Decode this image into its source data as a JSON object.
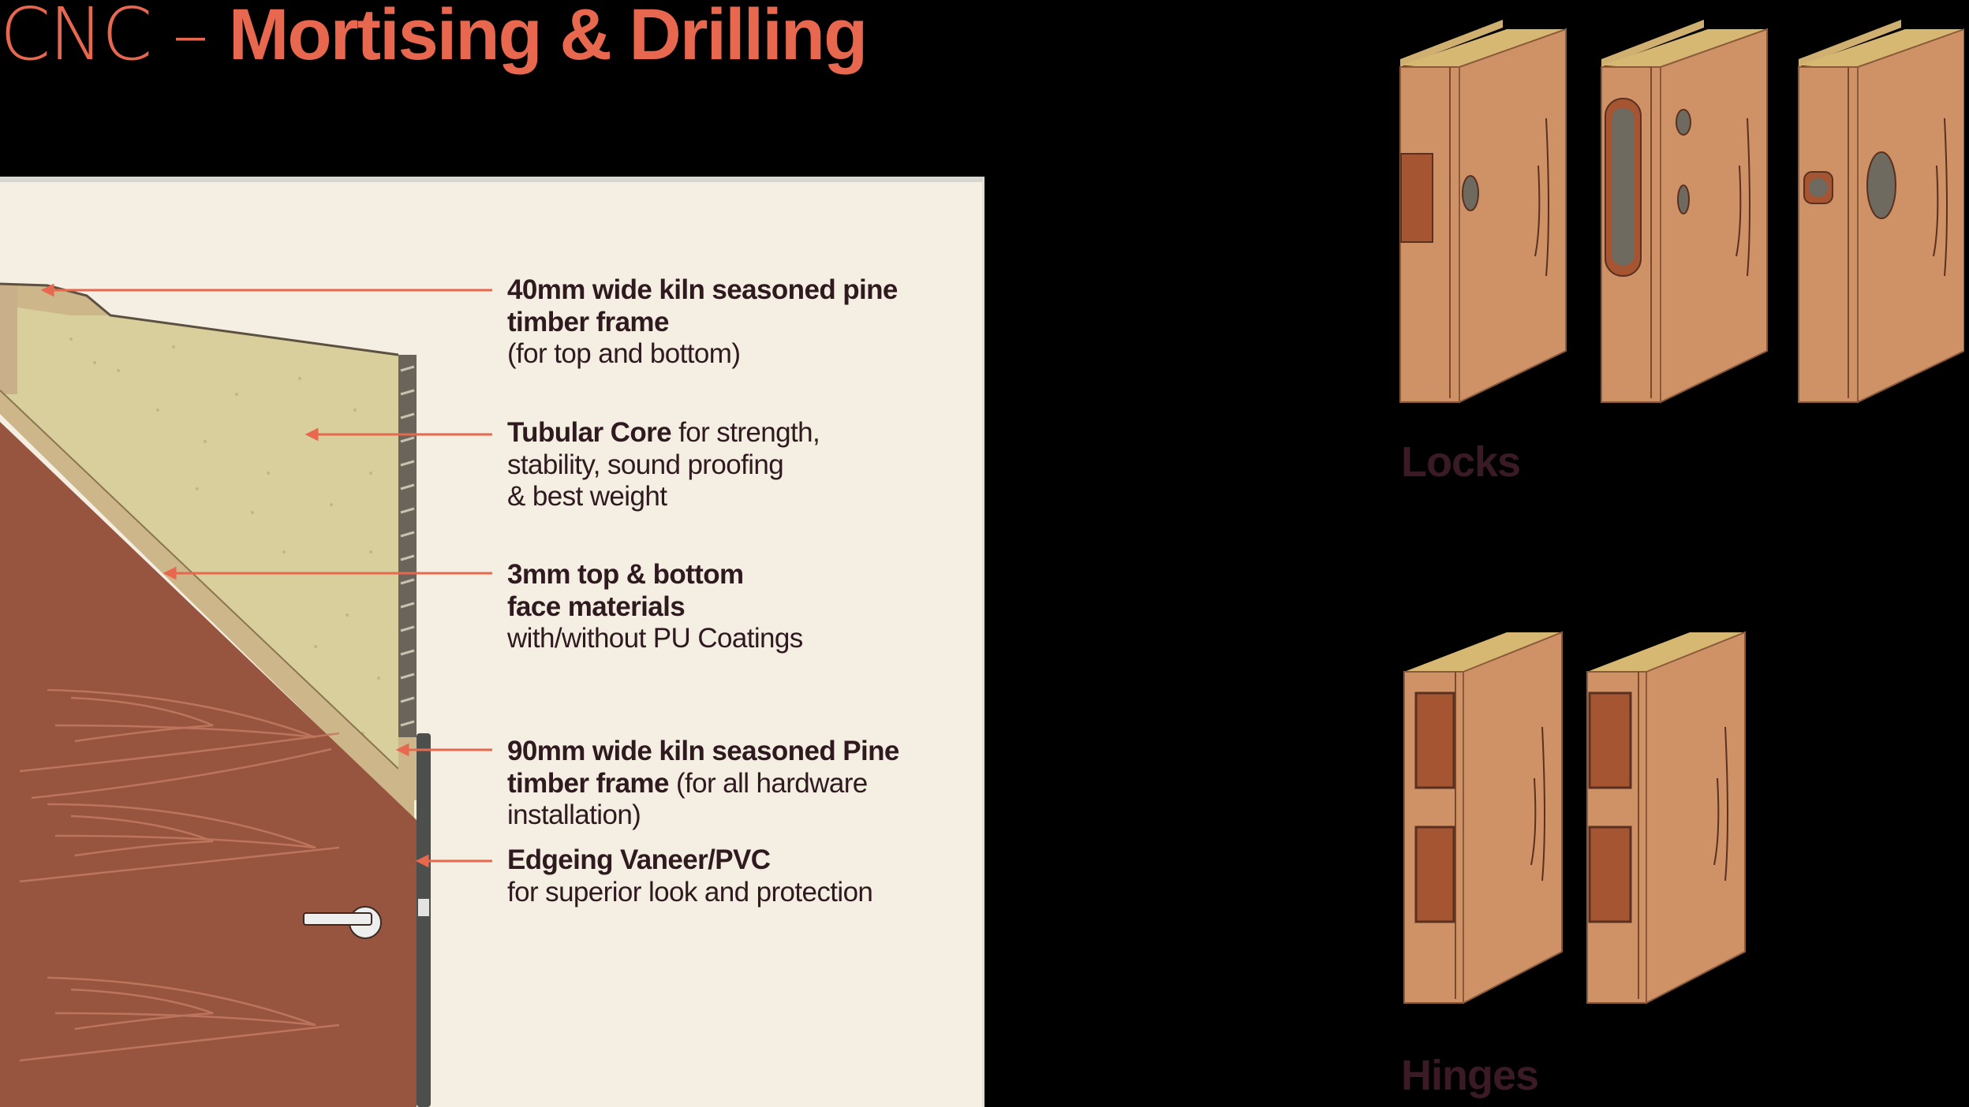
{
  "title": {
    "prefix": "CNC – ",
    "main": "Mortising & Drilling",
    "color": "#e8684f"
  },
  "diagram": {
    "panel_bg": "#f4efe2",
    "arrow_color": "#e8684f",
    "door_color": "#97553f",
    "core_color": "#d8cf9c",
    "callouts": [
      {
        "bold": "40mm wide kiln seasoned pine timber frame",
        "line1_bold": "40mm wide kiln seasoned pine",
        "line2_bold": "timber frame",
        "line3": "(for top and bottom)"
      },
      {
        "bold": "Tubular Core",
        "line1_rest": " for strength,",
        "line2": "stability, sound proofing",
        "line3": "& best weight"
      },
      {
        "line1_bold": "3mm top & bottom",
        "line2_bold": "face materials",
        "line3": "with/without PU Coatings"
      },
      {
        "line1_bold": "90mm wide kiln seasoned Pine",
        "line2_bold": "timber frame",
        "line2_rest": " (for all hardware",
        "line3": "installation)"
      },
      {
        "line1_bold": "Edgeing Vaneer/PVC",
        "line2": "for superior look and protection"
      }
    ]
  },
  "sections": {
    "locks": {
      "label": "Locks",
      "variants": [
        "mortise-lock-cut",
        "cylinder-lock-cut",
        "tubular-latch-cut"
      ]
    },
    "hinges": {
      "label": "Hinges",
      "variants": [
        "butt-hinge-recess-a",
        "butt-hinge-recess-b"
      ]
    },
    "label_color": "#3a1a24"
  }
}
